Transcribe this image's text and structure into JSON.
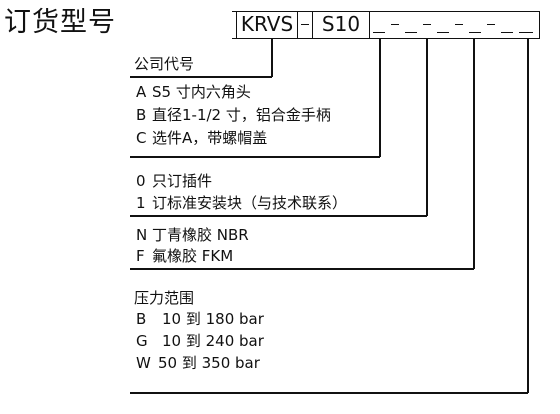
{
  "title": "订货型号",
  "model_code": {
    "base": "KRVS",
    "separator": "−",
    "series": "S10",
    "blank": "_"
  },
  "sections": [
    {
      "heading": "公司代号",
      "items": [
        {
          "key": "A",
          "text": "S5 寸内六角头"
        },
        {
          "key": "B",
          "text": "直径1-1/2 寸，铝合金手柄"
        },
        {
          "key": "C",
          "text": "选件A，带螺帽盖"
        }
      ]
    },
    {
      "heading": "",
      "items": [
        {
          "key": "0",
          "text": "只订插件"
        },
        {
          "key": "1",
          "text": "订标准安装块（与技术联系）"
        }
      ]
    },
    {
      "heading": "",
      "items": [
        {
          "key": "N",
          "text": "丁青橡胶 NBR"
        },
        {
          "key": "F",
          "text": "氟橡胶   FKM"
        }
      ]
    },
    {
      "heading": "压力范围",
      "items": [
        {
          "key": "B",
          "text": "10  到  180 bar"
        },
        {
          "key": "G",
          "text": "10  到  240  bar"
        },
        {
          "key": "W",
          "text": "50 到  350  bar"
        }
      ]
    }
  ]
}
